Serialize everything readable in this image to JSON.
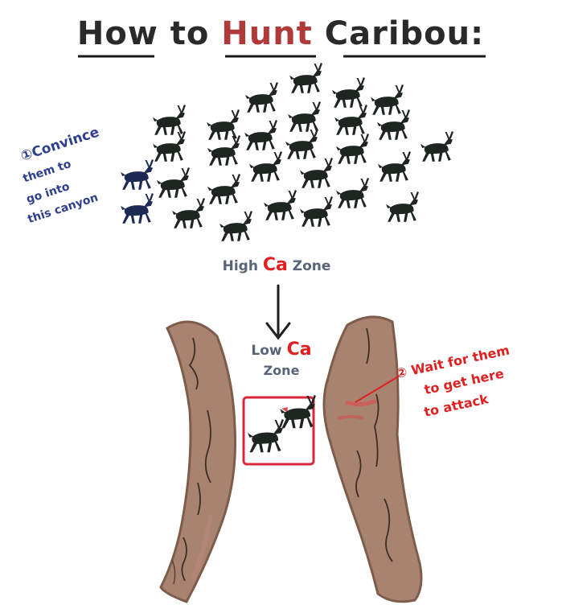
{
  "title": {
    "parts": [
      "How to ",
      "Hunt",
      " Caribou:"
    ],
    "colors": {
      "main": "#2a2a2a",
      "accent": "#b03a3a",
      "underline": "#1a1a1a"
    }
  },
  "step1": {
    "lines": [
      "①Convince",
      "them to",
      "go into",
      "this canyon"
    ],
    "color": "#2e3f8f"
  },
  "high_zone": {
    "prefix": "High ",
    "ca": "Ca",
    "suffix": " Zone"
  },
  "low_zone": {
    "line1_prefix": "Low ",
    "ca": "Ca",
    "line2": "Zone"
  },
  "step2": {
    "lines": [
      "② Wait for them",
      "to get here",
      "to attack"
    ],
    "color": "#e02020"
  },
  "colors": {
    "ink": "#1e1e1e",
    "caribou": "#1f2520",
    "zone_label": "#5a6478",
    "ca_red": "#e02020",
    "canyon_fill": "#a88470",
    "canyon_edge": "#7e5c4c",
    "canyon_crack": "#3c2c24",
    "box": "#d8273a",
    "blue_caribou": "#1d2a55"
  },
  "icons": {
    "caribou": "caribou-icon",
    "arrow": "down-arrow-icon"
  }
}
